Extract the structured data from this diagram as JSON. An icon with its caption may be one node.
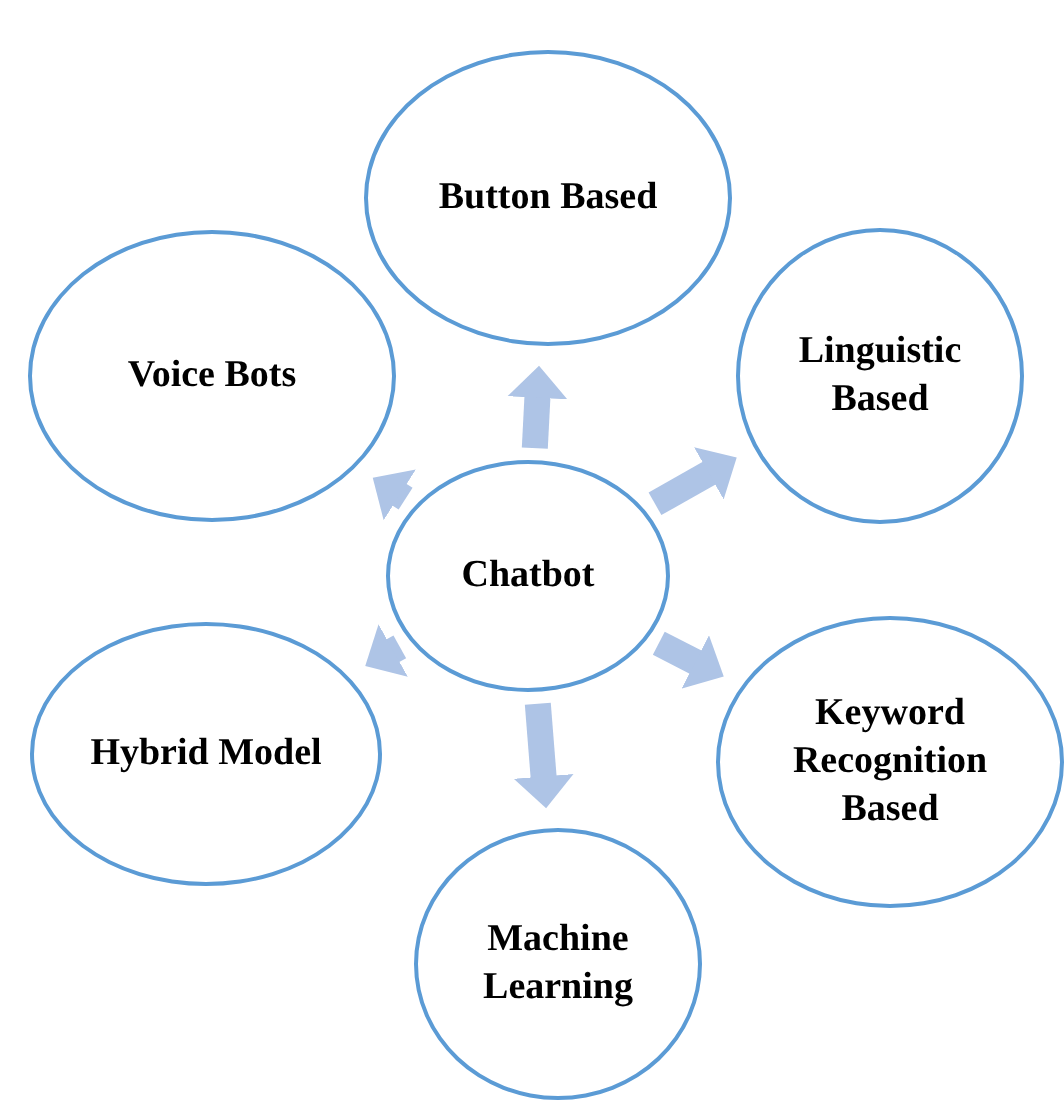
{
  "diagram": {
    "nodes": [
      {
        "text": [
          "Chatbot"
        ]
      },
      {
        "text": [
          "Button Based"
        ]
      },
      {
        "text": [
          "Linguistic Based"
        ]
      },
      {
        "text": [
          "Keyword Recognition Based"
        ]
      },
      {
        "text": [
          "Machine Learning"
        ]
      },
      {
        "text": [
          "Hybrid Model"
        ]
      },
      {
        "text": [
          "Voice Bots"
        ]
      }
    ],
    "edges": [
      {
        "from": 0,
        "to": 1,
        "arrow": "to"
      },
      {
        "from": 0,
        "to": 2,
        "arrow": "to"
      },
      {
        "from": 0,
        "to": 3,
        "arrow": "to"
      },
      {
        "from": 0,
        "to": 4,
        "arrow": "to"
      },
      {
        "from": 0,
        "to": 5,
        "arrow": "to"
      },
      {
        "from": 0,
        "to": 6,
        "arrow": "to"
      }
    ]
  }
}
